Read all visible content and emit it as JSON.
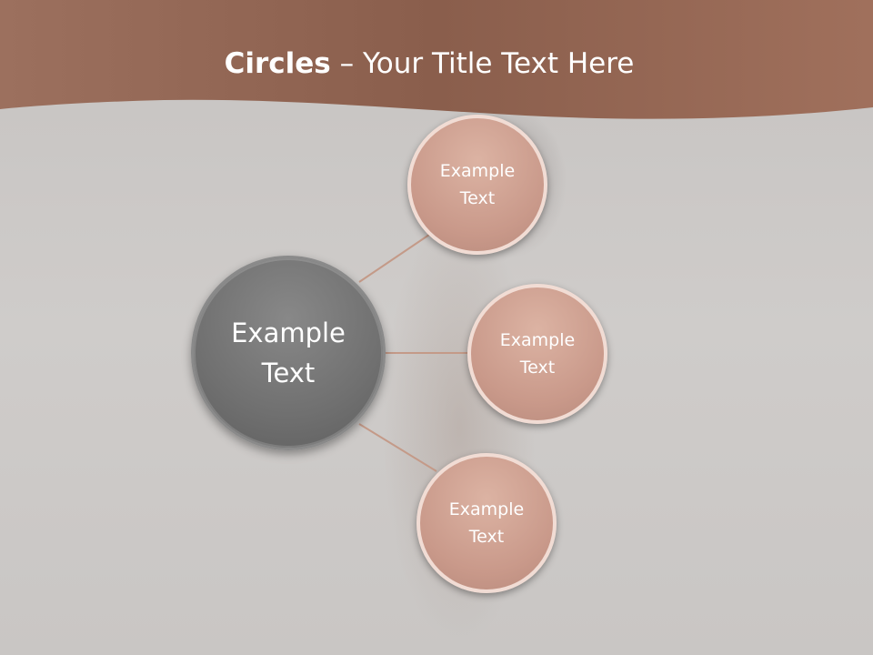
{
  "title": {
    "bold_part": "Circles",
    "rest_part": " – Your Title Text Here"
  },
  "hub": {
    "line1": "Example",
    "line2": "Text"
  },
  "nodes": [
    {
      "line1": "Example",
      "line2": "Text"
    },
    {
      "line1": "Example",
      "line2": "Text"
    },
    {
      "line1": "Example",
      "line2": "Text"
    }
  ],
  "colors": {
    "banner": "#9a6a55",
    "hub_fill": "#707070",
    "node_fill": "#c9998a",
    "node_border": "#f1dcd4",
    "connector": "#c49a88"
  }
}
